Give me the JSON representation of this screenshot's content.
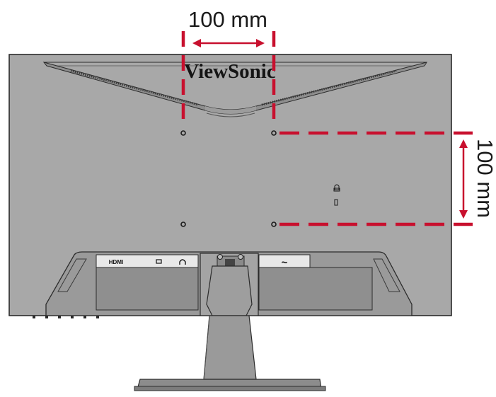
{
  "brand": "ViewSonic",
  "dimensions": {
    "horizontal_label": "100 mm",
    "vertical_label": "100 mm"
  },
  "ports": {
    "hdmi_label": "HDMI",
    "power_symbol": "~"
  },
  "colors": {
    "guide_red": "#c8102e",
    "monitor_body": "#a6a6a6",
    "outline": "#2b2b2b"
  },
  "icons": [
    "mounting-hole-icon",
    "lock-icon",
    "dc-port-icon",
    "headphone-icon",
    "power-icon"
  ]
}
